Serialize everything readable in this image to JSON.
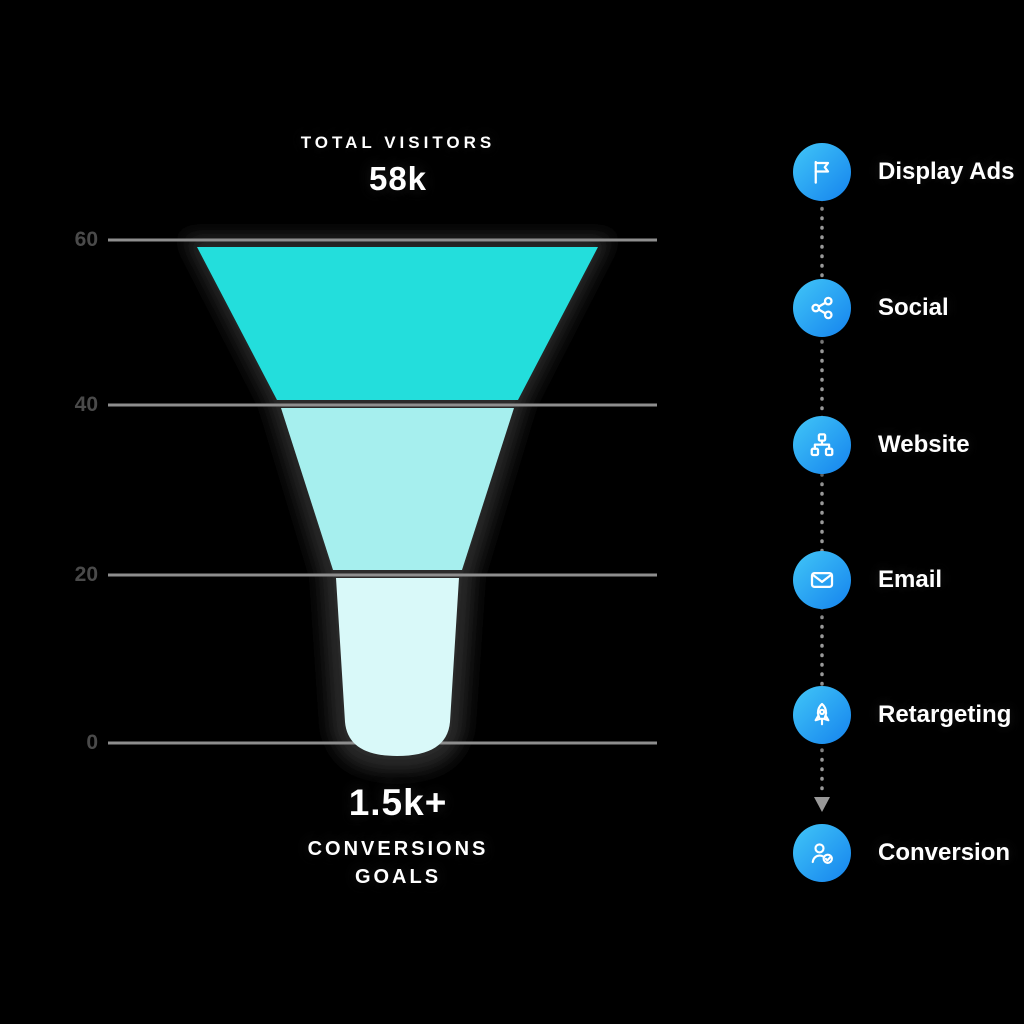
{
  "page": {
    "background": "#000000"
  },
  "chart_data": {
    "type": "funnel",
    "title": "TOTAL VISITORS",
    "total_value": "58k",
    "conversion_value": "1.5k+",
    "conversion_label": [
      "CONVERSIONS",
      "GOALS"
    ],
    "y_ticks": [
      "60",
      "40",
      "20",
      "0"
    ],
    "y_range": [
      0,
      60
    ],
    "grid": true,
    "gridline_color": "#8e8e8e",
    "segments": [
      {
        "name": "total-visitors",
        "range": [
          40,
          60
        ],
        "color": "#23dedc"
      },
      {
        "name": "middle-funnel",
        "range": [
          20,
          40
        ],
        "color": "#a6efee"
      },
      {
        "name": "conversions",
        "range": [
          0,
          20
        ],
        "color": "#d9f9f9"
      }
    ]
  },
  "stages": [
    {
      "label": "Display Ads",
      "icon": "flag-icon"
    },
    {
      "label": "Social",
      "icon": "share-icon"
    },
    {
      "label": "Website",
      "icon": "sitemap-icon"
    },
    {
      "label": "Email",
      "icon": "envelope-icon"
    },
    {
      "label": "Retargeting",
      "icon": "rocket-icon"
    },
    {
      "label": "Conversion",
      "icon": "user-check-icon"
    }
  ],
  "colors": {
    "icon_gradient_start": "#41c6f7",
    "icon_gradient_end": "#1583ee",
    "text": "#ffffff",
    "tick_text": "#4a4a4a",
    "connector": "#999999"
  }
}
